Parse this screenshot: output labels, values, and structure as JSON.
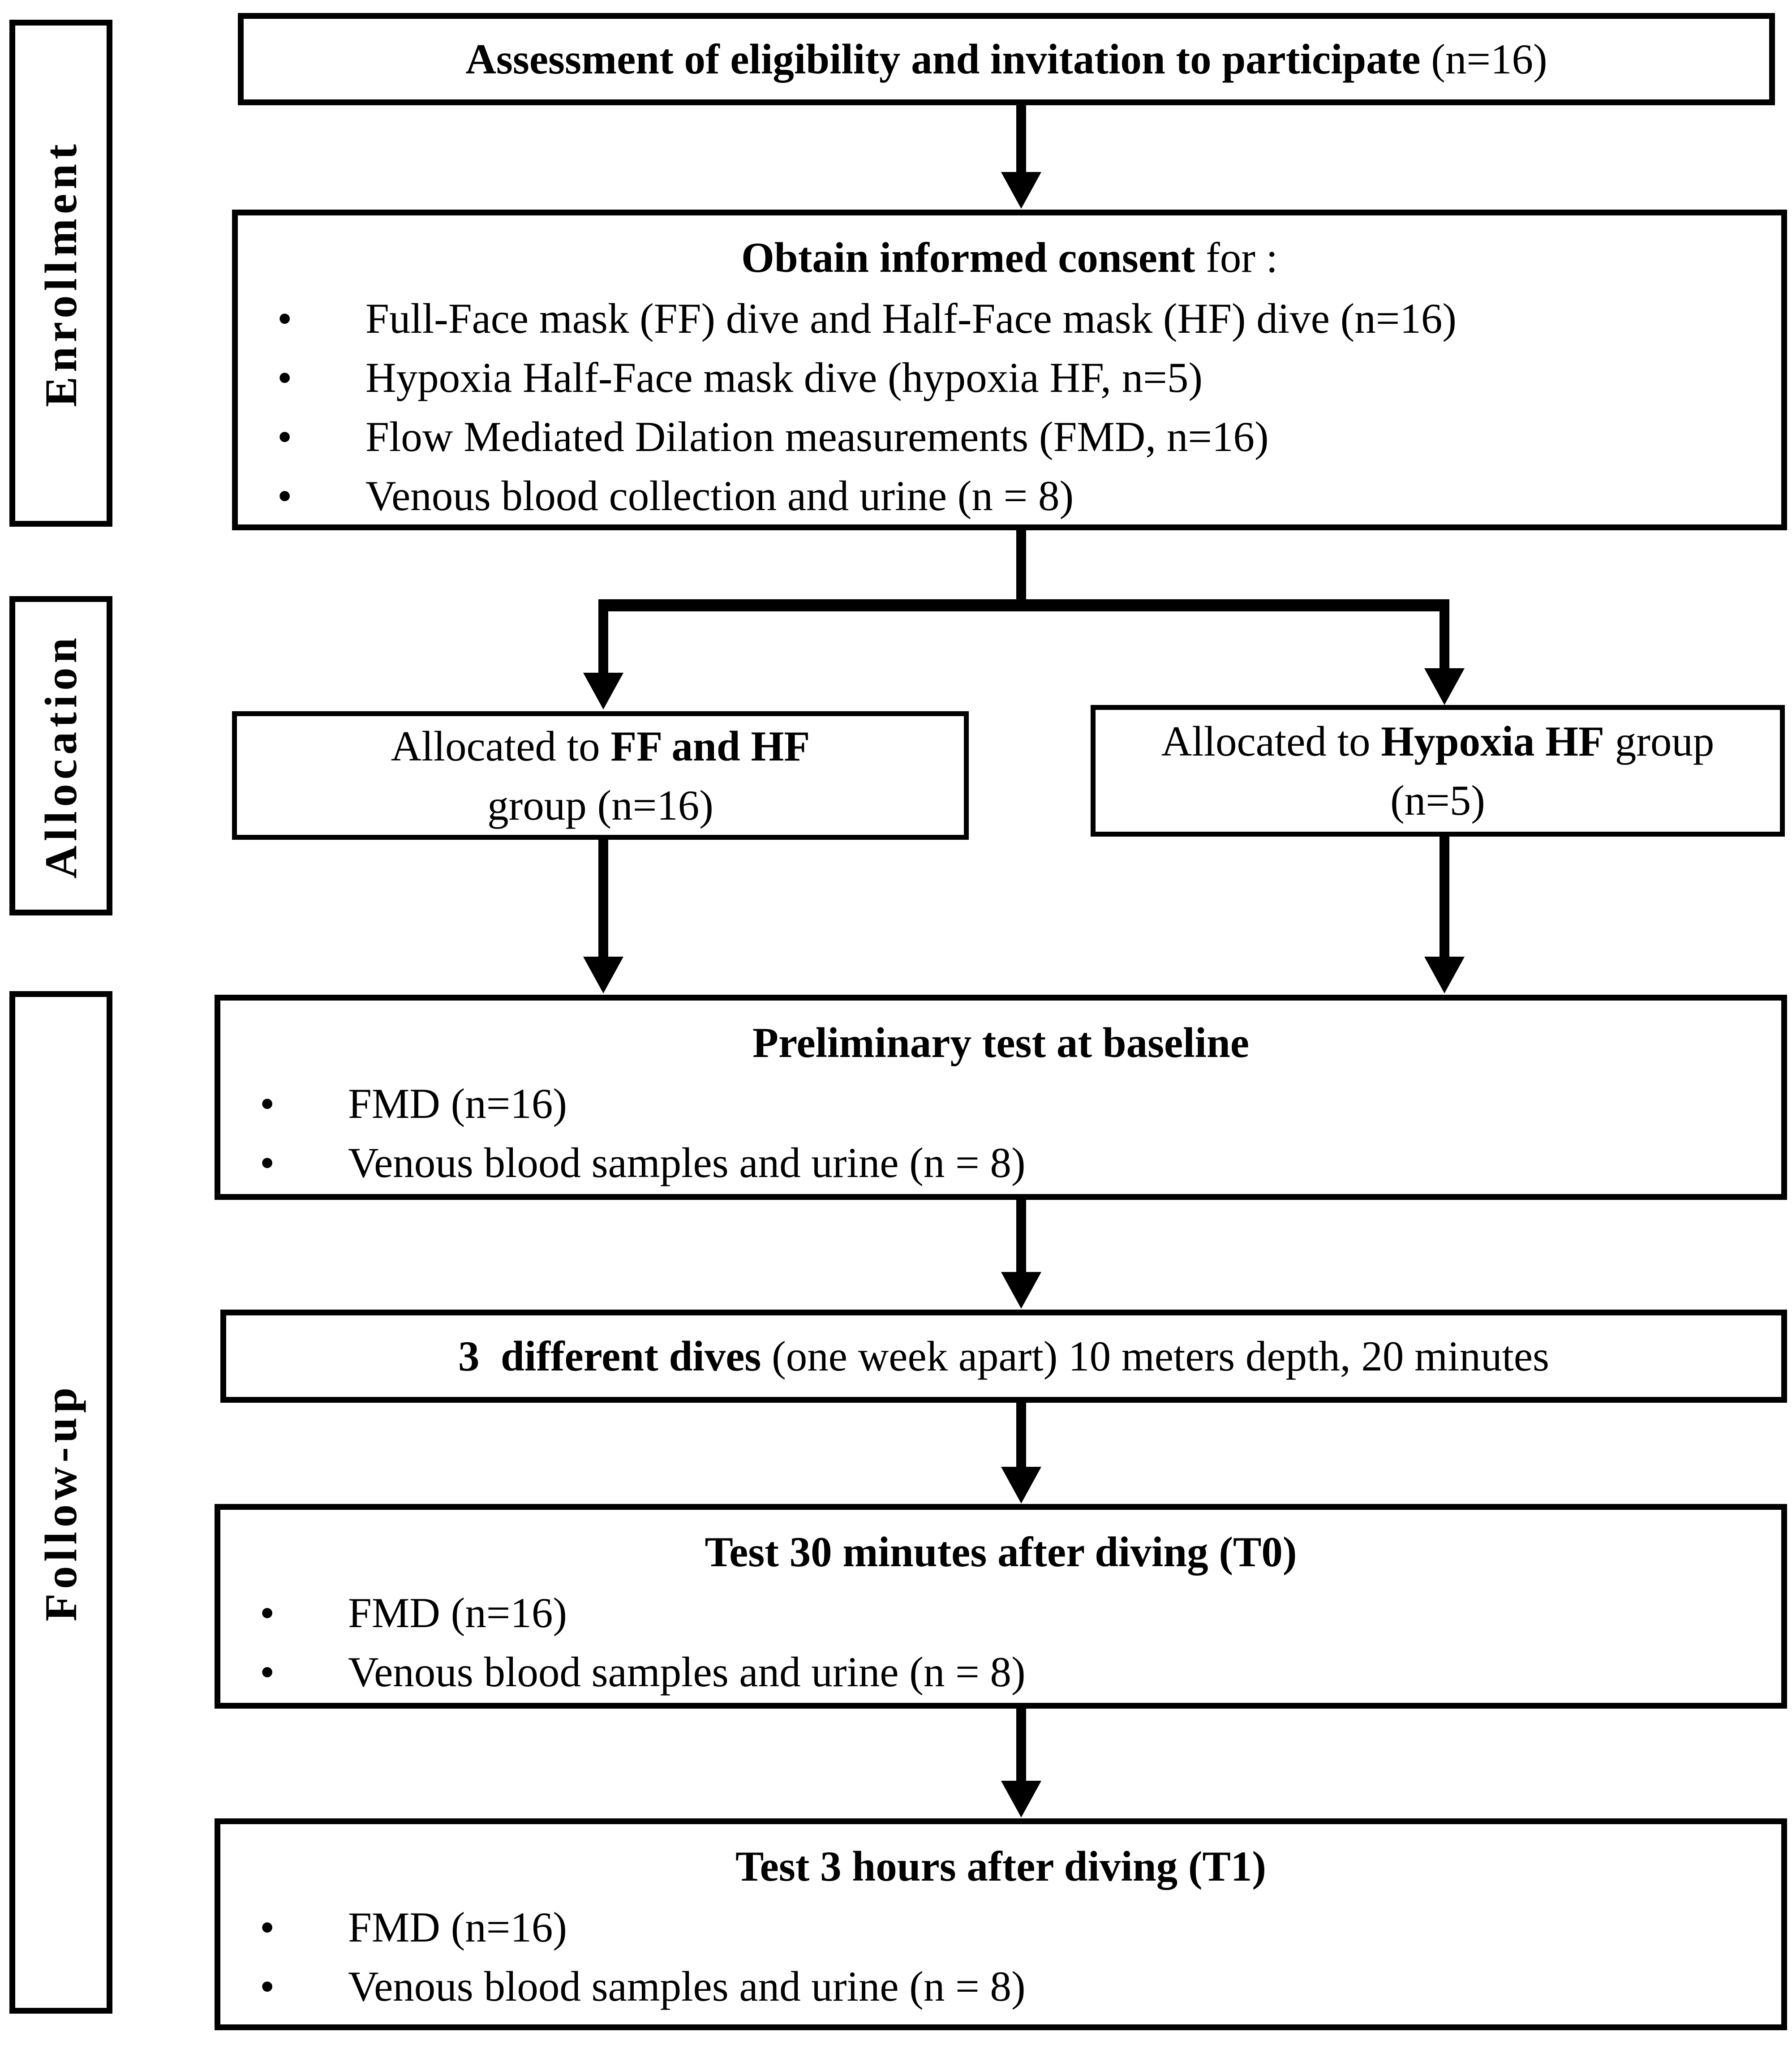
{
  "colors": {
    "ink": "#000000",
    "background": "#ffffff"
  },
  "sidebar": {
    "stages": [
      {
        "label": "Enrollment"
      },
      {
        "label": "Allocation"
      },
      {
        "label": "Follow-up"
      }
    ]
  },
  "boxes": {
    "assessment": {
      "bold": "Assessment of eligibility and invitation to participate",
      "regular": " (n=16)"
    },
    "consent": {
      "bold": "Obtain informed consent",
      "regular": " for :",
      "bullets": [
        "Full-Face mask (FF) dive and Half-Face mask (HF) dive (n=16)",
        "Hypoxia Half-Face mask dive (hypoxia HF, n=5)",
        "Flow Mediated Dilation measurements (FMD, n=16)",
        "Venous blood collection and urine (n = 8)"
      ]
    },
    "alloc_ff": {
      "prefix": "Allocated to ",
      "bold": "FF and HF",
      "line2": "group (n=16)"
    },
    "alloc_hypoxia": {
      "prefix": "Allocated to ",
      "bold": "Hypoxia HF",
      "suffix": " group",
      "line2": "(n=5)"
    },
    "baseline": {
      "title": "Preliminary test at baseline",
      "bullets": [
        "FMD (n=16)",
        "Venous blood samples and urine (n = 8)"
      ]
    },
    "dives": {
      "bold": "3  different dives",
      "regular": " (one week apart) 10 meters depth, 20 minutes"
    },
    "t0": {
      "title": "Test 30 minutes after diving (T0)",
      "bullets": [
        "FMD (n=16)",
        "Venous blood samples and urine (n = 8)"
      ]
    },
    "t1": {
      "title": "Test 3 hours after diving (T1)",
      "bullets": [
        "FMD (n=16)",
        "Venous blood samples and urine (n = 8)"
      ]
    }
  }
}
